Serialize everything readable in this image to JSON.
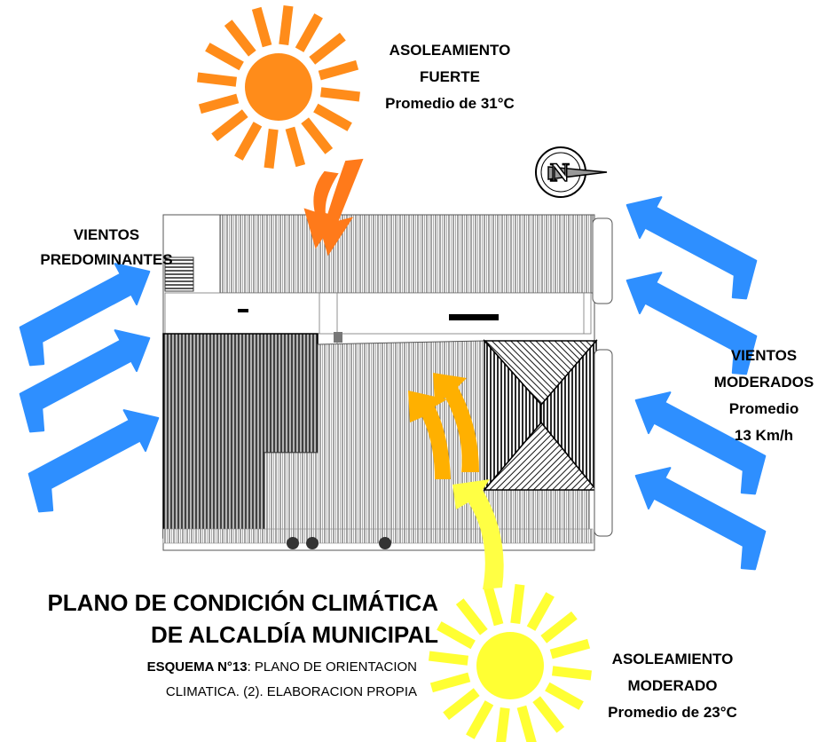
{
  "labels": {
    "sun_strong": [
      "ASOLEAMIENTO",
      "FUERTE",
      "Promedio de 31°C"
    ],
    "winds_predominant": [
      "VIENTOS",
      "PREDOMINANTES"
    ],
    "winds_moderate": [
      "VIENTOS",
      "MODERADOS",
      "Promedio",
      "13 Km/h"
    ],
    "sun_moderate": [
      "ASOLEAMIENTO",
      "MODERADO",
      "Promedio de 23°C"
    ]
  },
  "title": [
    "PLANO DE CONDICIÓN CLIMÁTICA",
    "DE ALCALDÍA MUNICIPAL"
  ],
  "caption": {
    "bold": "ESQUEMA N°13",
    "line1_rest": ": PLANO DE ORIENTACION",
    "line2": "CLIMATICA. (2).  ELABORACION PROPIA"
  },
  "compass": {
    "letter": "N"
  },
  "colors": {
    "sun_strong": "#ff8c1a",
    "sun_moderate": "#ffff33",
    "wind_arrows": "#2e8fff",
    "sun_arrows_top": "#ff7a1a",
    "sun_arrows_bottom_orange": "#ffb000",
    "sun_arrows_bottom_yellow": "#ffff44"
  },
  "icons": [
    "sun-icon",
    "compass-icon",
    "wind-arrow-icon",
    "sun-ray-arrow-icon"
  ]
}
